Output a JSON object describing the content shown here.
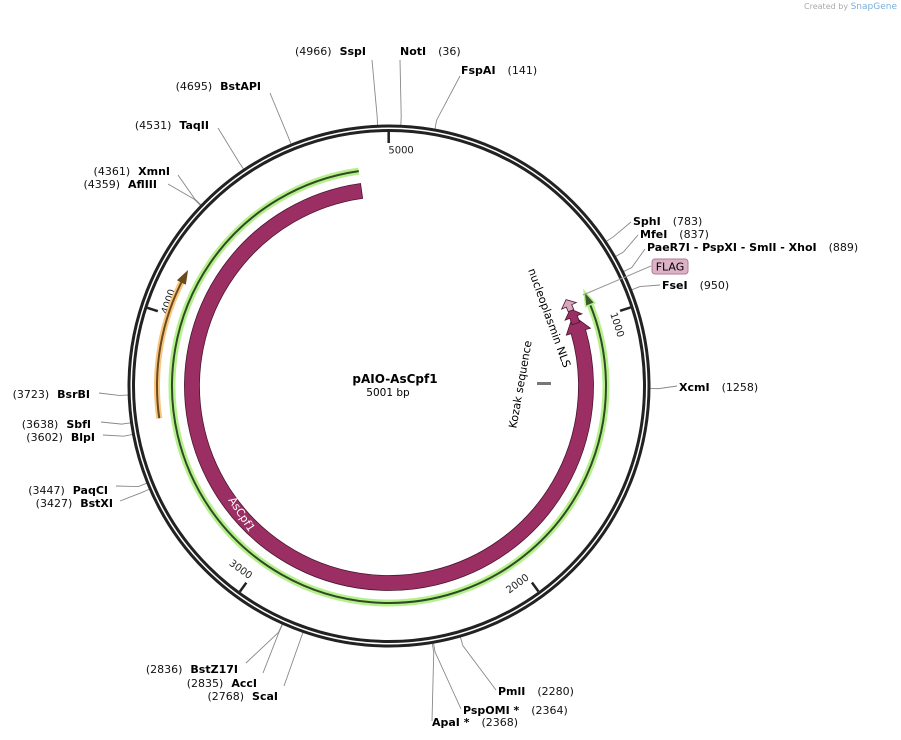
{
  "plasmid": {
    "name": "pAIO-AsCpf1",
    "length_label": "5001 bp",
    "length": 5001
  },
  "credit": {
    "prefix": "Created by",
    "brand": "SnapGene"
  },
  "ticks": [
    "1000",
    "2000",
    "3000",
    "4000",
    "5000"
  ],
  "features": {
    "ascpf1": {
      "label": "AsCpf1",
      "color": "#9b2f63"
    },
    "nls": {
      "label": "nucleoplasmin NLS",
      "color": "#9b2f63"
    },
    "flag": {
      "label": "FLAG",
      "color": "#d8a6bd"
    },
    "kozak": {
      "label": "Kozak sequence",
      "color": "#808080"
    },
    "green_feature": {
      "color": "#b6f08a"
    },
    "orange_feature": {
      "color": "#f8c57e"
    }
  },
  "sites": [
    {
      "name": "NotI",
      "position": 36
    },
    {
      "name": "FspAI",
      "position": 141
    },
    {
      "name": "SphI",
      "position": 783
    },
    {
      "name": "MfeI",
      "position": 837
    },
    {
      "name": "PaeR7I  - PspXI  - SmlI  - XhoI",
      "position": 889
    },
    {
      "name": "FseI",
      "position": 950
    },
    {
      "name": "XcmI",
      "position": 1258
    },
    {
      "name": "PmlI",
      "position": 2280
    },
    {
      "name": "PspOMI *",
      "position": 2364
    },
    {
      "name": "ApaI *",
      "position": 2368
    },
    {
      "name": "ScaI",
      "position": 2768
    },
    {
      "name": "AccI",
      "position": 2835
    },
    {
      "name": "BstZ17I",
      "position": 2836
    },
    {
      "name": "BstXI",
      "position": 3427
    },
    {
      "name": "PaqCI",
      "position": 3447
    },
    {
      "name": "BlpI",
      "position": 3602
    },
    {
      "name": "SbfI",
      "position": 3638
    },
    {
      "name": "BsrBI",
      "position": 3723
    },
    {
      "name": "AflIII",
      "position": 4359
    },
    {
      "name": "XmnI",
      "position": 4361
    },
    {
      "name": "TaqII",
      "position": 4531
    },
    {
      "name": "BstAPI",
      "position": 4695
    },
    {
      "name": "SspI",
      "position": 4966
    }
  ]
}
